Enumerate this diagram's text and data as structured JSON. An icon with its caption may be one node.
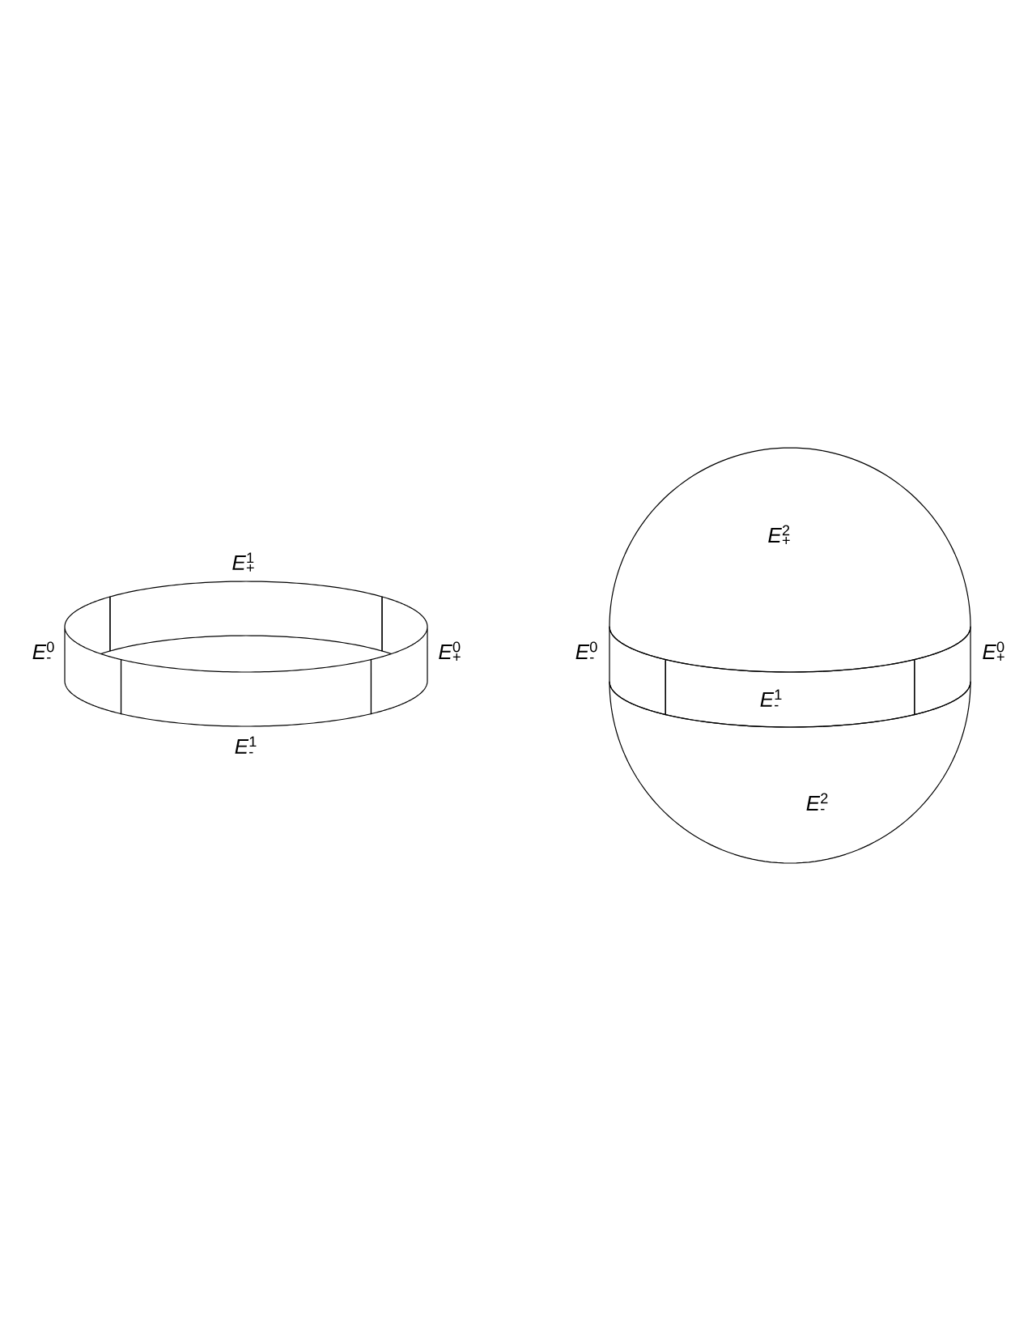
{
  "diagram": {
    "nodes": [
      {
        "text": [
          "*E*$^{1}$$_{+}$"
        ]
      },
      {
        "text": [
          "*E*$^{0}$$_{-}$"
        ]
      },
      {
        "text": [
          "*E*$^{0}$$_{+}$"
        ]
      },
      {
        "text": [
          "*E*$^{1}$$_{-}$"
        ]
      },
      {
        "text": [
          "*E*$^{2}$$_{+}$"
        ]
      },
      {
        "text": [
          "*E*$^{0}$$_{-}$"
        ]
      },
      {
        "text": [
          "*E*$^{0}$$_{+}$"
        ]
      },
      {
        "text": [
          "*E*$^{1}$$_{-}$"
        ]
      },
      {
        "text": [
          "*E*$^{2}$$_{-}$"
        ]
      }
    ]
  }
}
